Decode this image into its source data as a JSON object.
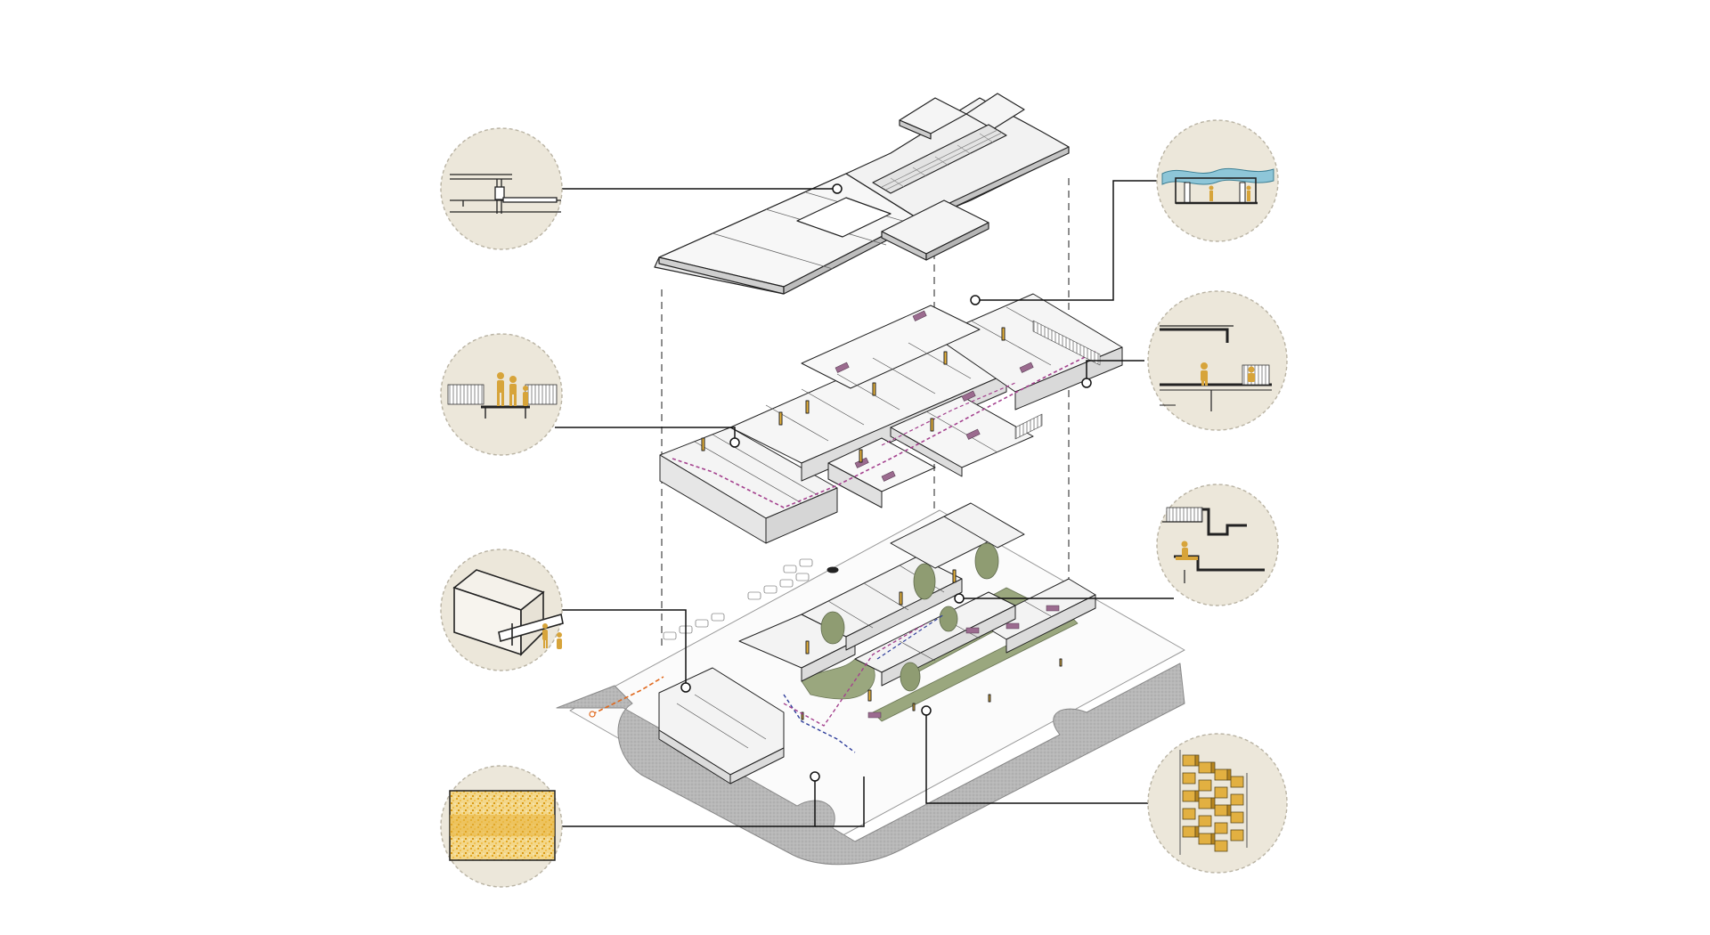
{
  "diagram": {
    "type": "exploded axonometric architectural diagram",
    "layers": [
      "roof",
      "upper-floor",
      "ground-floor-site"
    ],
    "detail_callouts": [
      {
        "id": "roof-eave-section",
        "side": "left",
        "icon": "roof-edge-section-icon"
      },
      {
        "id": "walkway-section",
        "side": "left",
        "icon": "people-walkway-icon"
      },
      {
        "id": "entrance-canopy",
        "side": "left",
        "icon": "canopy-box-icon"
      },
      {
        "id": "paving-texture",
        "side": "left",
        "icon": "yellow-texture-icon"
      },
      {
        "id": "roof-water-section",
        "side": "right",
        "icon": "water-roof-icon"
      },
      {
        "id": "balcony-section",
        "side": "right",
        "icon": "balcony-section-icon"
      },
      {
        "id": "stair-section",
        "side": "right",
        "icon": "stair-section-icon"
      },
      {
        "id": "block-facade",
        "side": "right",
        "icon": "block-facade-icon"
      }
    ],
    "colors": {
      "circle_fill": "#ECE7DA",
      "circle_stroke": "#B9B3A3",
      "accent_yellow": "#E8B33A",
      "figure_ochre": "#D7A43A",
      "green": "#9AA77E",
      "magenta_route": "#A4418E",
      "blue_route": "#2E3D9A",
      "orange_route": "#E06A1F",
      "road_gray": "#B5B5B5",
      "line": "#222222"
    }
  }
}
